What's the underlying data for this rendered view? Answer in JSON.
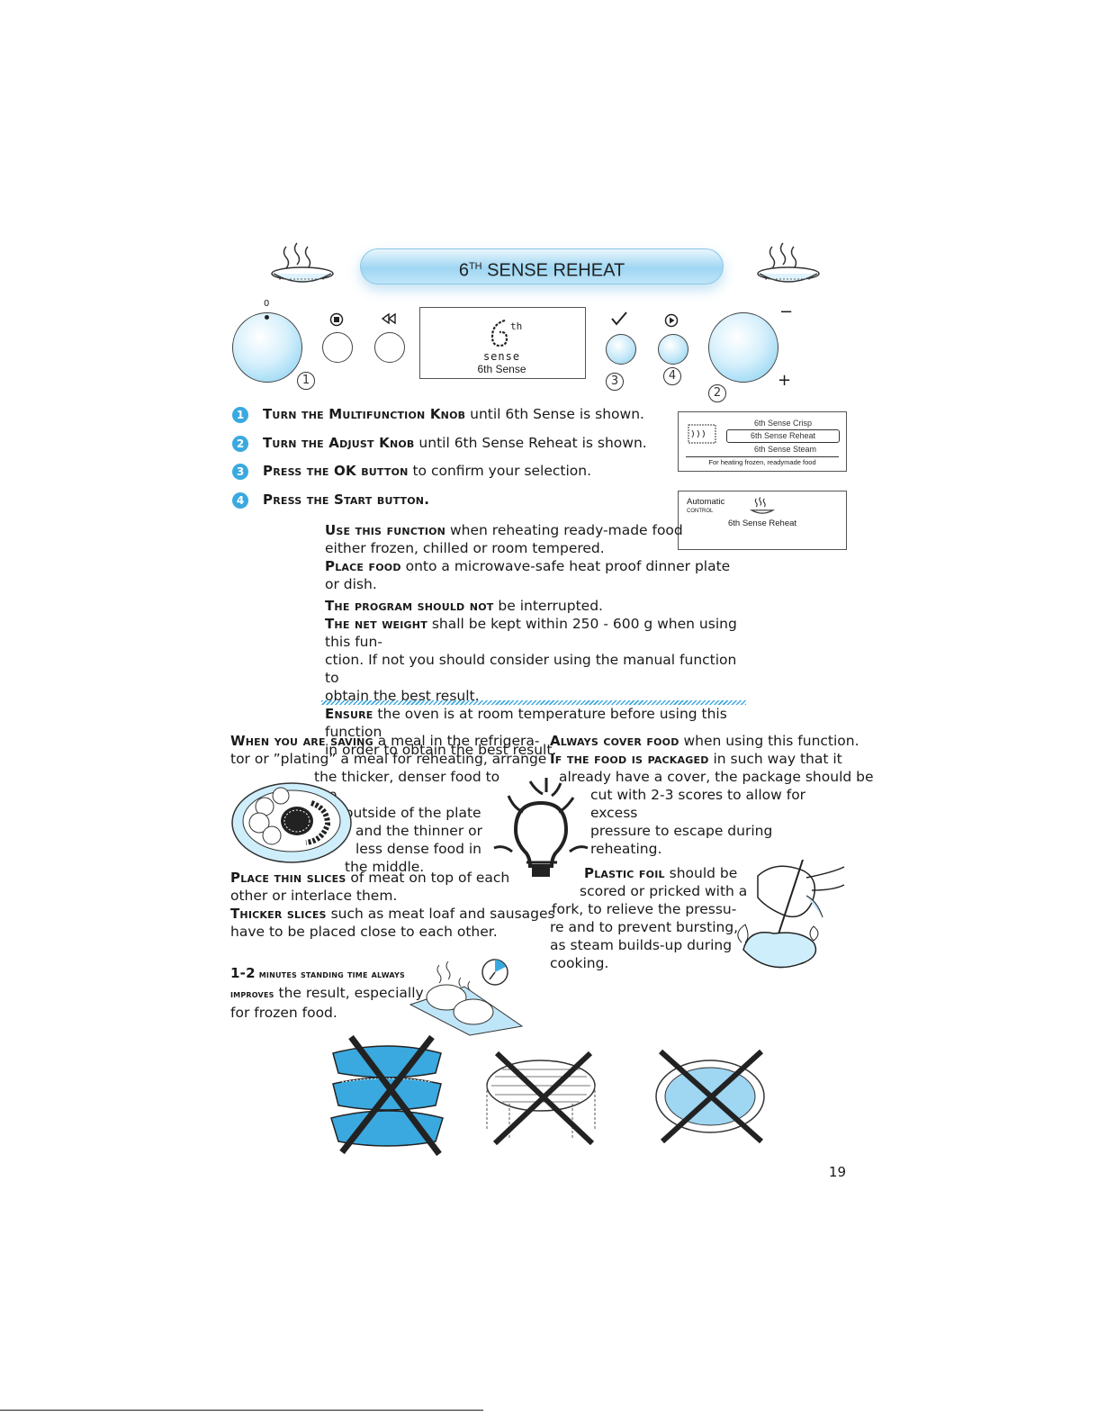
{
  "title": {
    "main": "6",
    "sup": "TH",
    "rest": " SENSE REHEAT"
  },
  "panel": {
    "zero_label": "0",
    "lcd_sense_text": "sense",
    "lcd_label": "6th Sense",
    "callout_1": "1",
    "callout_2": "2",
    "callout_3": "3",
    "callout_4": "4",
    "minus": "−",
    "plus": "+"
  },
  "steps": [
    {
      "num": "1",
      "lead": "Turn the Multifunction Knob",
      "rest": " until 6th Sense is shown."
    },
    {
      "num": "2",
      "lead": "Turn the Adjust Knob",
      "rest": " until 6th Sense Reheat is shown."
    },
    {
      "num": "3",
      "lead": "Press the OK button",
      "rest": " to confirm your selection."
    },
    {
      "num": "4",
      "lead": "Press the Start button.",
      "rest": ""
    }
  ],
  "screen1": {
    "opt1": "6th Sense Crisp",
    "opt2": "6th Sense Reheat",
    "opt3": "6th Sense Steam",
    "footer": "For heating frozen, readymade food"
  },
  "screen2": {
    "automatic": "Automatic",
    "control": "CONTROL",
    "label": "6th Sense Reheat"
  },
  "notes": {
    "p1_lead": "Use this function",
    "p1_rest": " when reheating ready-made food",
    "p1_line2": "either frozen, chilled or room tempered.",
    "p2_lead": "Place food",
    "p2_rest": " onto a microwave-safe heat proof dinner plate or dish.",
    "p3_lead": "The program should not",
    "p3_rest": " be interrupted.",
    "p4_lead": "The net weight",
    "p4_rest": " shall be kept within 250 - 600 g when using this fun-",
    "p4_line2": "ction. If not you should consider using the manual function to",
    "p4_line3": "obtain the best result.",
    "p5_lead": "Ensure",
    "p5_rest": " the oven is at room temperature before using this function",
    "p5_line2": "in order to obtain the best result."
  },
  "left_col": {
    "saving_lead": "When you are saving",
    "saving_rest": " a meal in the refrigera-",
    "saving_l2": "tor or ”plating” a meal for reheating, arrange",
    "saving_l3": "the thicker, denser food to the",
    "saving_l4": "outside of the plate",
    "saving_l5": "and the thinner or",
    "saving_l6": "less dense food in",
    "saving_l7": "the middle.",
    "thin_lead": "Place thin slices",
    "thin_rest": " of meat on top of each",
    "thin_l2": "other or interlace them.",
    "thick_lead": "Thicker slices",
    "thick_rest": " such as meat loaf and sausages",
    "thick_l2": "have to be placed close to each other.",
    "stand_num": "1-2",
    "stand_lead": " minutes standing time always",
    "stand_lead2": "improves",
    "stand_rest": " the result, especially",
    "stand_l3": "for frozen food."
  },
  "right_col": {
    "cover_lead": "Always cover food",
    "cover_rest": " when using this function.",
    "pack_lead": "If the food is packaged",
    "pack_rest": " in such way that it",
    "pack_l2": "already have a cover, the package should be",
    "pack_l3": "cut with 2-3 scores to allow for excess",
    "pack_l4": "pressure to escape during reheating.",
    "foil_lead": "Plastic foil",
    "foil_rest": " should be",
    "foil_l2": "scored or pricked with a",
    "foil_l3": "fork, to relieve the pressu-",
    "foil_l4": "re and to prevent bursting,",
    "foil_l5": "as steam builds-up during",
    "foil_l6": "cooking."
  },
  "page_number": "19"
}
